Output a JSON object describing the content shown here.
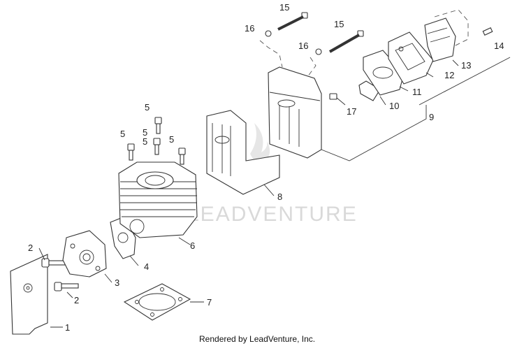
{
  "watermark": "LEADVENTURE",
  "footer": "Rendered by LeadVenture, Inc.",
  "callouts": {
    "c1": "1",
    "c2a": "2",
    "c2b": "2",
    "c3": "3",
    "c4": "4",
    "c5a": "5",
    "c5b": "5",
    "c5c": "5",
    "c5d": "5",
    "c5e": "5",
    "c6": "6",
    "c7": "7",
    "c8": "8",
    "c9": "9",
    "c10": "10",
    "c11": "11",
    "c12": "12",
    "c13": "13",
    "c14": "14",
    "c15a": "15",
    "c15b": "15",
    "c16a": "16",
    "c16b": "16",
    "c17": "17"
  }
}
